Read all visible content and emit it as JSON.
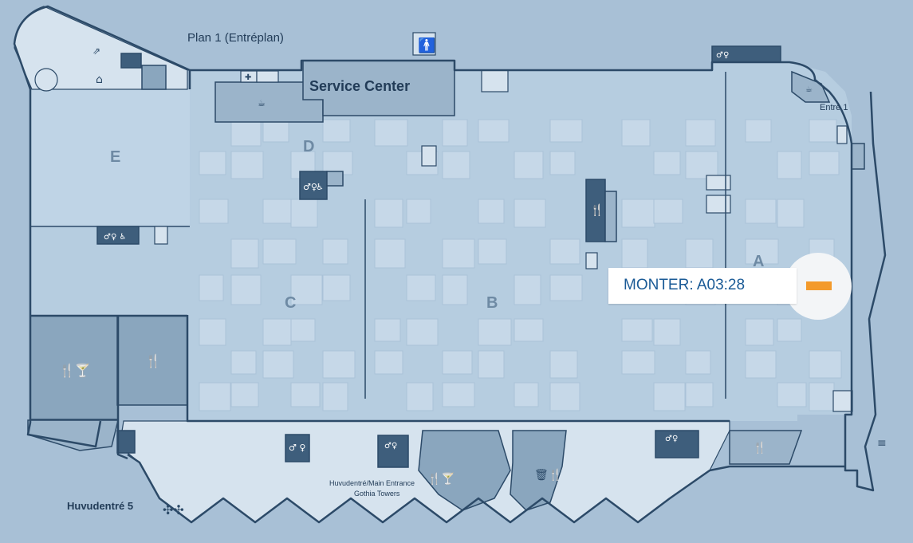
{
  "map": {
    "floor_title": "Plan 1 (Entréplan)",
    "service_center": "Service Center",
    "entrance_1": "Entré 1",
    "main_entrance_5": "Huvudentré 5",
    "main_entrance_line1": "Huvudentré/Main Entrance",
    "main_entrance_line2": "Gothia Towers",
    "halls": {
      "a": "A",
      "b": "B",
      "c": "C",
      "d": "D",
      "e": "E"
    }
  },
  "location_popup": {
    "label": "MONTER: A03:28",
    "marker_color": "#f39a2b"
  },
  "colors": {
    "background": "#a8c0d6",
    "walls": "#2c4a68",
    "service_areas": "#3e5e7c",
    "restaurants": "#8aa6be",
    "popup_text": "#1a5a96"
  },
  "icons": [
    "toilet-icon",
    "wheelchair-icon",
    "restaurant-icon",
    "bar-icon",
    "cafe-icon",
    "escalator-icon",
    "elevator-icon",
    "first-aid-icon",
    "wardrobe-icon",
    "stairs-icon",
    "trash-icon"
  ]
}
